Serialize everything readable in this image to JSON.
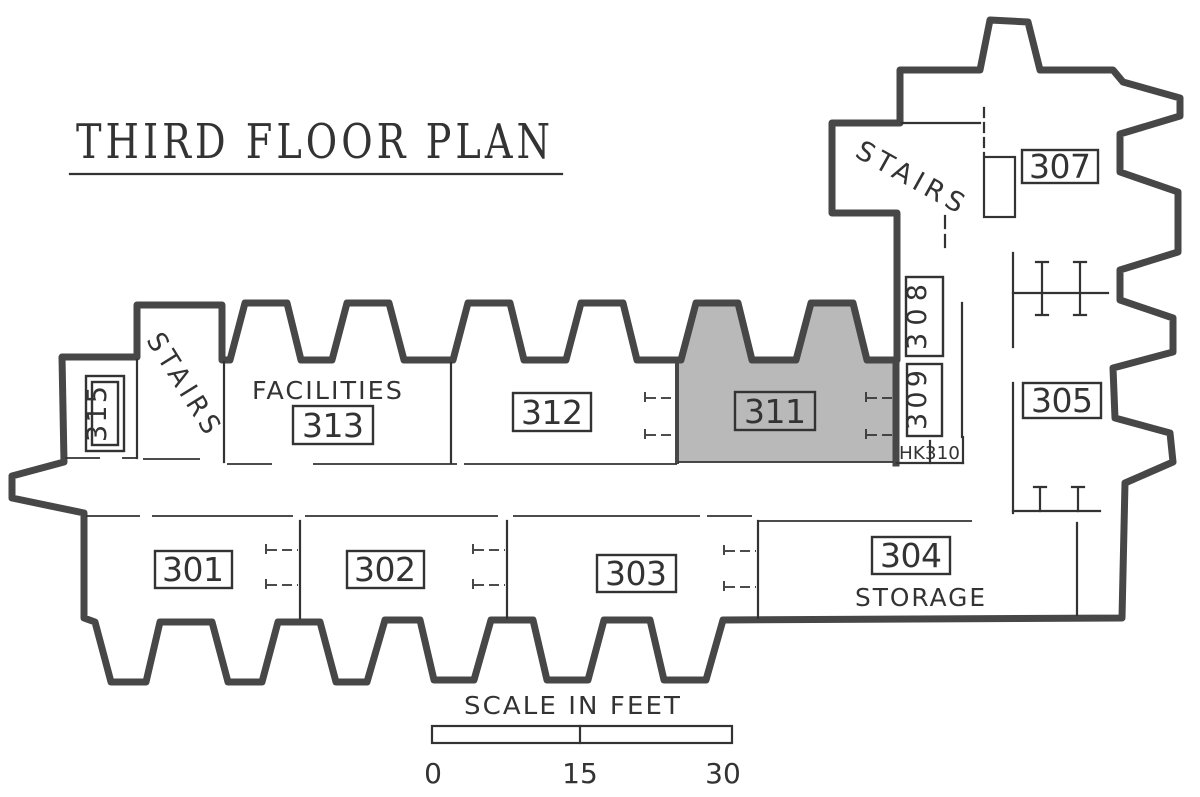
{
  "title": "THIRD FLOOR PLAN",
  "plan": {
    "upper_rooms": {
      "stairs_left": "STAIRS",
      "r315": "315",
      "facilities_label": "FACILITIES",
      "r313": "313",
      "r312": "312",
      "r311": "311"
    },
    "right_wing": {
      "stairs_top": "STAIRS",
      "r307": "307",
      "r308": "308",
      "r309": "309",
      "hk310": "HK310",
      "r305": "305"
    },
    "lower_rooms": {
      "r301": "301",
      "r302": "302",
      "r303": "303",
      "r304": "304",
      "storage_label": "STORAGE"
    },
    "highlighted_room": "311"
  },
  "scale_bar": {
    "caption": "SCALE IN FEET",
    "tick_0": "0",
    "tick_15": "15",
    "tick_30": "30"
  },
  "colors": {
    "wall": "#474747",
    "ink": "#333333",
    "highlight": "#b9b9b9",
    "paper": "#ffffff"
  }
}
